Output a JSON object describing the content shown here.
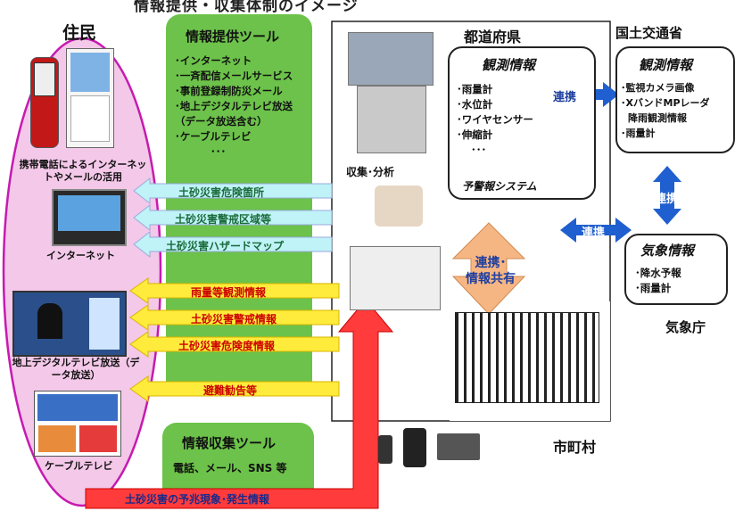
{
  "header": {
    "title": "情報提供・収集体制のイメージ"
  },
  "residents": {
    "title": "住民",
    "mobile_caption": "携帯電話によるインターネットやメールの活用",
    "internet_caption": "インターネット",
    "tv_caption": "地上デジタルテレビ放送（データ放送）",
    "cable_caption": "ケーブルテレビ"
  },
  "info_provide": {
    "title": "情報提供ツール",
    "items": [
      "･インターネット",
      "･一斉配信メールサービス",
      "･事前登録制防災メール",
      "･地上デジタルテレビ放送",
      "（データ放送含む）",
      "･ケーブルテレビ",
      "･･･"
    ]
  },
  "info_collect": {
    "title": "情報収集ツール",
    "subtitle": "電話、メール、SNS 等"
  },
  "arrows": {
    "cyan": [
      "土砂災害危険箇所",
      "土砂災害警戒区域等",
      "土砂災害ハザードマップ"
    ],
    "yellow": [
      "雨量等観測情報",
      "土砂災害警戒情報",
      "土砂災害危険度情報",
      "避難勧告等"
    ],
    "red": "土砂災害の予兆現象･発生情報"
  },
  "prefecture": {
    "title": "都道府県",
    "obs_title": "観測情報",
    "items": [
      "･雨量計",
      "･水位計",
      "･ワイヤセンサー",
      "･伸縮計",
      "･･･"
    ],
    "system": "予警報システム",
    "collect": "収集･分析"
  },
  "mlit": {
    "title": "国土交通省",
    "obs_title": "観測情報",
    "items": [
      "･監視カメラ画像",
      "･XバンドMPレーダ",
      "降雨観測情報",
      "･雨量計"
    ]
  },
  "jma": {
    "title": "気象情報",
    "items": [
      "･降水予報",
      "･雨量計"
    ],
    "agency": "気象庁"
  },
  "links": {
    "renkei1": "連携",
    "renkei2": "連携",
    "renkei3": "連携",
    "share": "連携･\n情報共有"
  },
  "city": {
    "title": "市町村"
  },
  "colors": {
    "green": "#6cc24a",
    "cyan": "#bff3f7",
    "yellow": "#ffeb3b",
    "red": "#ff3b3b",
    "blue": "#1f5fcf",
    "peach": "#f6b683",
    "pink": "#f3c8e8"
  }
}
